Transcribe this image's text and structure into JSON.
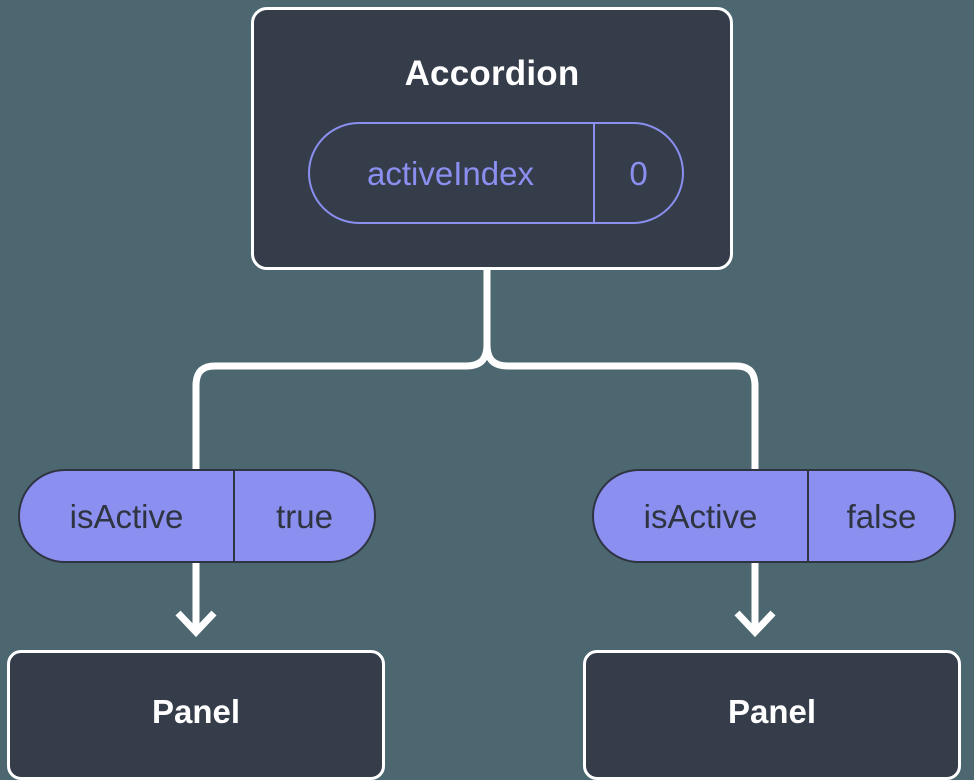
{
  "diagram": {
    "type": "component-state-tree",
    "background_color": "#4c676f",
    "root": {
      "title": "Accordion",
      "state": {
        "key": "activeIndex",
        "value": "0"
      }
    },
    "branches": [
      {
        "prop": {
          "key": "isActive",
          "value": "true"
        },
        "child": {
          "title": "Panel"
        }
      },
      {
        "prop": {
          "key": "isActive",
          "value": "false"
        },
        "child": {
          "title": "Panel"
        }
      }
    ],
    "colors": {
      "accent_purple": "#8b8ff0",
      "box_fill": "#353c4a",
      "box_border": "#ffffff",
      "text_dark": "#2e3440",
      "text_light": "#ffffff",
      "connector": "#ffffff"
    }
  }
}
